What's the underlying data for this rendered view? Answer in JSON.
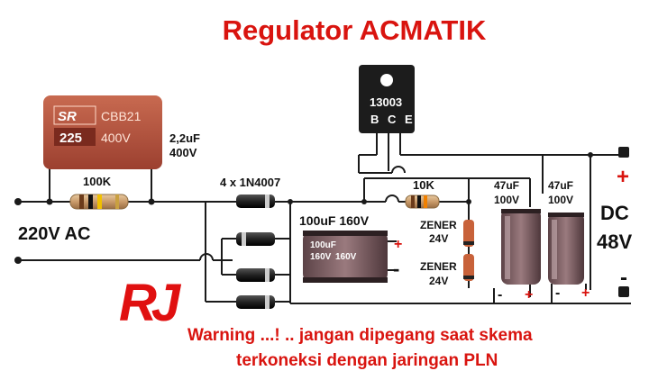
{
  "title": "Regulator ACMATIK",
  "input_label": "220V AC",
  "output_label_line1": "DC",
  "output_label_line2": "48V",
  "output_plus": "+",
  "output_minus": "-",
  "capacitor_film": {
    "brand": "SR",
    "type": "CBB21",
    "code": "225",
    "voltage": "400V",
    "value_line1": "2,2uF",
    "value_line2": "400V"
  },
  "resistor_input_label": "100K",
  "diodes_label": "4 x 1N4007",
  "electrolytic_main": {
    "label": "100uF 160V",
    "body_line1": "100uF",
    "body_line2": "160V",
    "body_line3": "160V",
    "plus": "+",
    "minus": "-"
  },
  "transistor": {
    "part": "13003",
    "pins": "B C E"
  },
  "resistor_base_label": "10K",
  "zener_1": {
    "line1": "ZENER",
    "line2": "24V"
  },
  "zener_2": {
    "line1": "ZENER",
    "line2": "24V"
  },
  "cap_out_1": {
    "line1": "47uF",
    "line2": "100V",
    "minus": "-",
    "plus": "+"
  },
  "cap_out_2": {
    "line1": "47uF",
    "line2": "100V",
    "minus": "-",
    "plus": "+"
  },
  "logo": "RJ",
  "warning_line1": "Warning ...! .. jangan dipegang saat skema",
  "warning_line2": "terkoneksi dengan jaringan PLN",
  "colors": {
    "title_red": "#d9140f",
    "wire": "#1a1a1a",
    "film_cap": "#b6503a",
    "electrolytic": "#7a5a5e",
    "transistor": "#1c1c1c"
  }
}
